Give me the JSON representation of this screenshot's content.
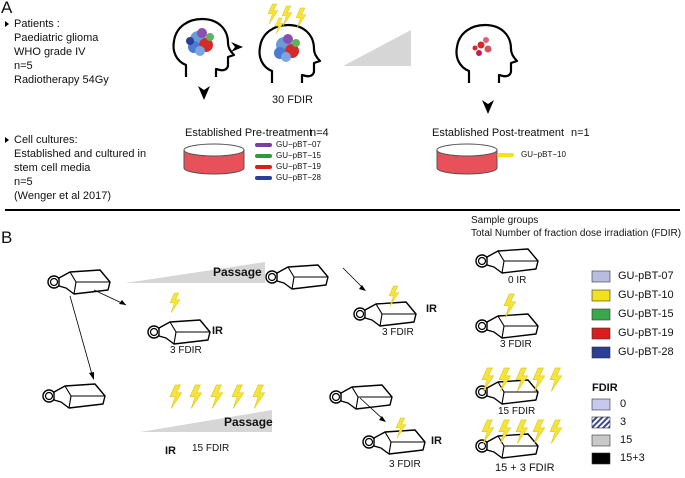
{
  "panel_a": {
    "label": "A",
    "patients_lines": [
      "Patients :",
      "Paediatric glioma",
      "WHO grade IV",
      "n=5",
      "Radiotherapy 54Gy"
    ],
    "cultures_lines": [
      "Cell cultures:",
      "Established and cultured in",
      "stem cell media",
      "n=5",
      "(Wenger et al 2017)"
    ],
    "fdir_label": "30 FDIR",
    "pre_treatment": {
      "title": "Established Pre-treatment",
      "count": "n=4",
      "lines": [
        {
          "name": "GU−pBT−07",
          "color": "#7b3fa0"
        },
        {
          "name": "GU−pBT−15",
          "color": "#2e9b3a"
        },
        {
          "name": "GU−pBT−19",
          "color": "#d62020"
        },
        {
          "name": "GU−pBT−28",
          "color": "#2a3f9a"
        }
      ]
    },
    "post_treatment": {
      "title": "Established Post-treatment",
      "count": "n=1",
      "lines": [
        {
          "name": "GU−pBT−10",
          "color": "#f2e21a"
        }
      ]
    }
  },
  "panel_b": {
    "label": "B",
    "passage_label": "Passage",
    "ir_label": "IR",
    "flask_labels": {
      "top_left_ir": "3 FDIR",
      "top_right_ir": "3 FDIR",
      "bottom_left_ir": "15 FDIR",
      "bottom_right_ir": "3  FDIR"
    },
    "sample_groups": {
      "title_line1": "Sample groups",
      "title_line2": "Total Number of  fraction dose irradiation (FDIR)",
      "groups": [
        "0  IR",
        "3 FDIR",
        "15 FDIR",
        "15 + 3  FDIR"
      ]
    },
    "cell_line_legend": [
      {
        "name": "GU-pBT-07",
        "color": "#b8bde0"
      },
      {
        "name": "GU-pBT-10",
        "color": "#f2e21a"
      },
      {
        "name": "GU-pBT-15",
        "color": "#3aa84a"
      },
      {
        "name": "GU-pBT-19",
        "color": "#d81e1e"
      },
      {
        "name": "GU-pBT-28",
        "color": "#283f95"
      }
    ],
    "fdir_legend": {
      "title": "FDIR",
      "items": [
        {
          "name": "0",
          "fill": "#c6c8ee"
        },
        {
          "name": "3",
          "fill": "hatched"
        },
        {
          "name": "15",
          "fill": "#c8c8c8"
        },
        {
          "name": "15+3",
          "fill": "#000000"
        }
      ]
    }
  },
  "colors": {
    "bolt": "#f5e43a",
    "dish": "#e8505a",
    "wedge": "#d6d6d6"
  }
}
